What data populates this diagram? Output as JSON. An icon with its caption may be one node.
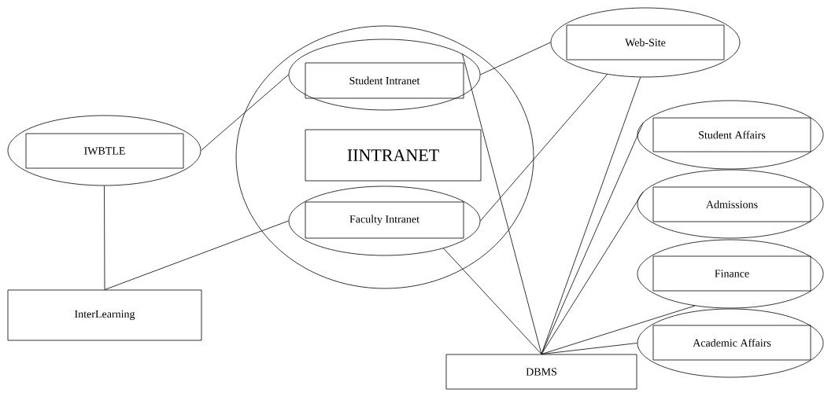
{
  "diagram": {
    "nodes": [
      {
        "text": [],
        "shape": "circle"
      },
      {
        "text": [],
        "shape": "circle",
        "in": 0
      },
      {
        "text": [
          "Student Intranet"
        ],
        "in": 1
      },
      {
        "text": [
          "IINTRANET"
        ],
        "in": 0
      },
      {
        "text": [],
        "shape": "circle",
        "in": 0
      },
      {
        "text": [
          "Faculty Intranet"
        ],
        "in": 4
      },
      {
        "text": [],
        "shape": "circle"
      },
      {
        "text": [
          "IWBTLE"
        ],
        "in": 6
      },
      {
        "text": [],
        "shape": "circle"
      },
      {
        "text": [
          "Web-Site"
        ],
        "in": 8
      },
      {
        "text": [],
        "shape": "circle"
      },
      {
        "text": [
          "Student Affairs"
        ],
        "in": 10
      },
      {
        "text": [],
        "shape": "circle"
      },
      {
        "text": [
          "Admissions"
        ],
        "in": 12
      },
      {
        "text": [],
        "shape": "circle"
      },
      {
        "text": [
          "Finance"
        ],
        "in": 14
      },
      {
        "text": [],
        "shape": "circle"
      },
      {
        "text": [
          "Academic Affairs"
        ],
        "in": 16
      },
      {
        "text": [
          "InterLearning"
        ]
      },
      {
        "text": [
          "DBMS"
        ]
      }
    ],
    "edges": [
      {
        "from": 6,
        "to": 1,
        "arrow": "none"
      },
      {
        "from": 6,
        "to": 18,
        "arrow": "none"
      },
      {
        "from": 18,
        "to": 4,
        "arrow": "none"
      },
      {
        "from": 1,
        "to": 8,
        "arrow": "none"
      },
      {
        "from": 4,
        "to": 8,
        "arrow": "none"
      },
      {
        "from": 1,
        "to": 19,
        "arrow": "none"
      },
      {
        "from": 4,
        "to": 19,
        "arrow": "none"
      },
      {
        "from": 8,
        "to": 19,
        "arrow": "none"
      },
      {
        "from": 10,
        "to": 19,
        "arrow": "none"
      },
      {
        "from": 12,
        "to": 19,
        "arrow": "none"
      },
      {
        "from": 14,
        "to": 19,
        "arrow": "none"
      },
      {
        "from": 16,
        "to": 19,
        "arrow": "none"
      }
    ]
  }
}
